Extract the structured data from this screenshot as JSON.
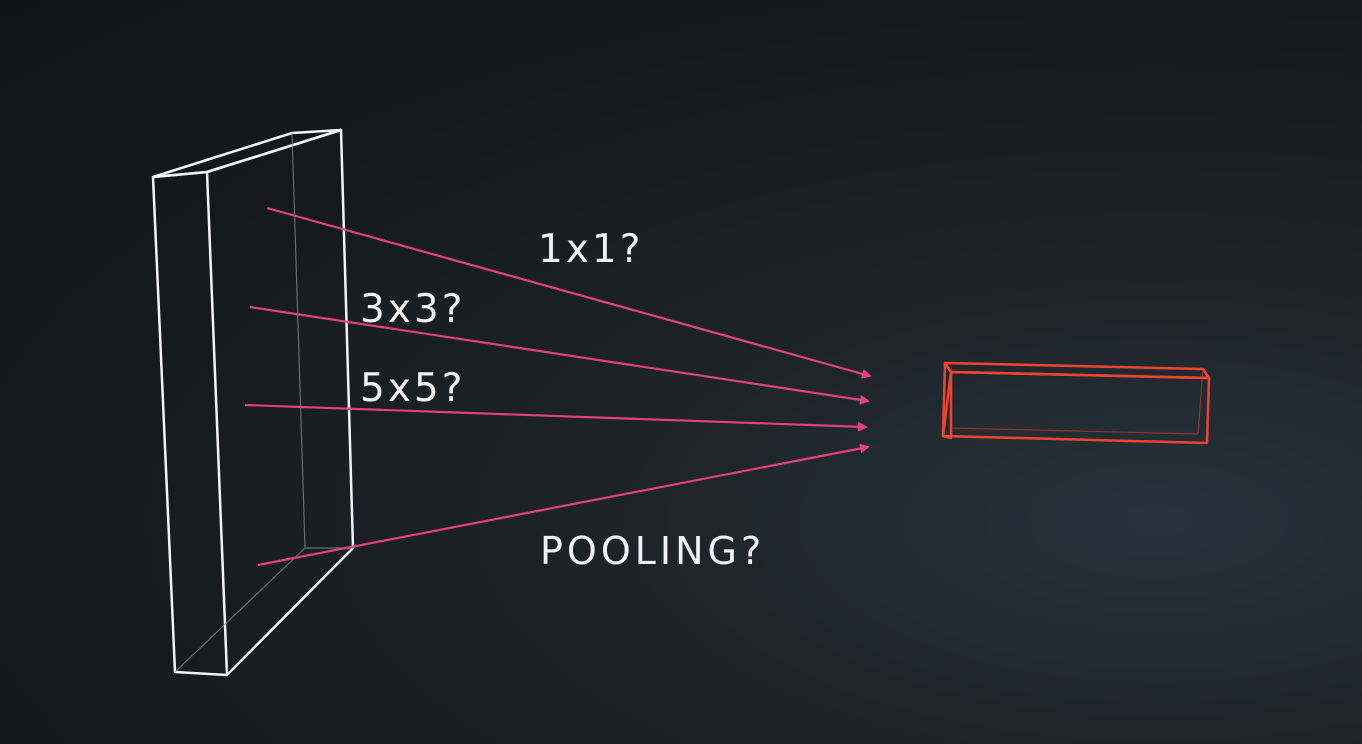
{
  "labels": {
    "conv_1x1": "1x1?",
    "conv_3x3": "3x3?",
    "conv_5x5": "5x5?",
    "pooling": "POOLING?"
  },
  "colors": {
    "background": "#15191d",
    "input_volume_stroke": "#f4f4f4",
    "arrow": "#e4407c",
    "output_volume_stroke": "#f0442e",
    "text": "#f2f2f2"
  }
}
